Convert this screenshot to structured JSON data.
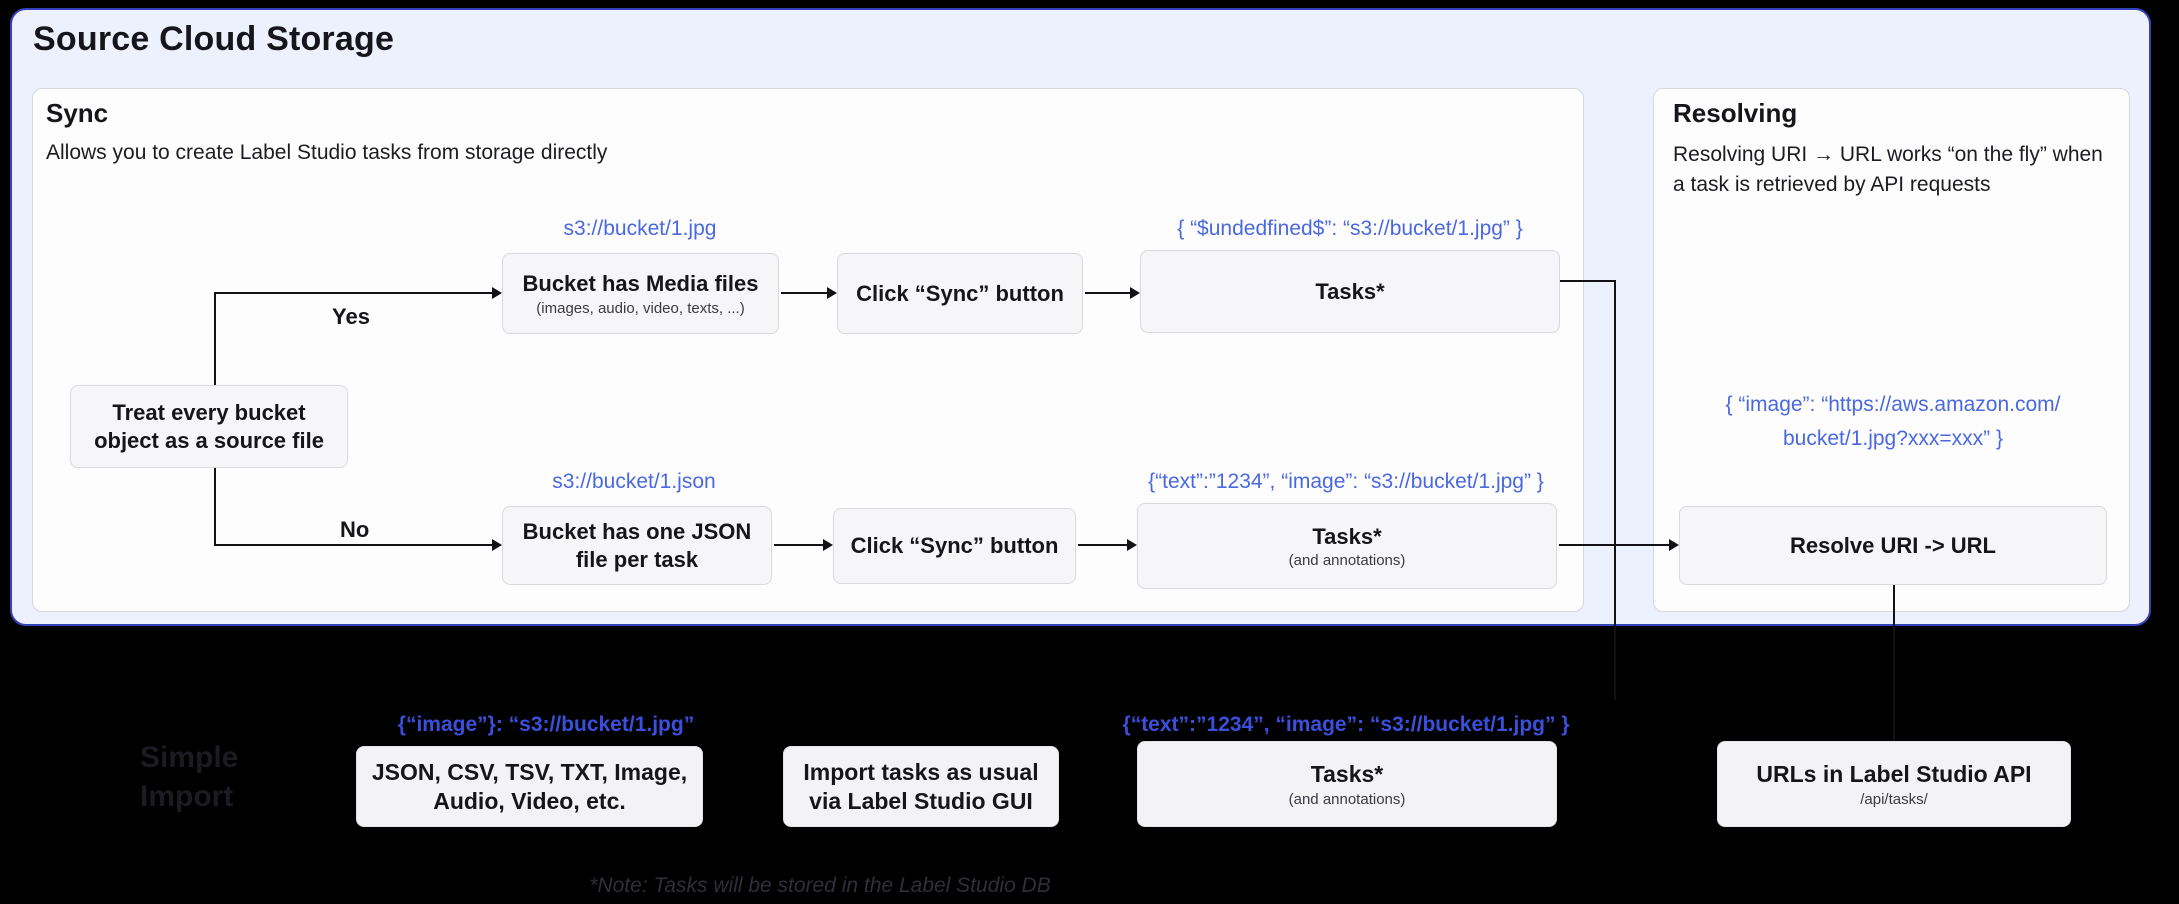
{
  "colors": {
    "container_bg": "#edf0fd",
    "container_border": "#3543bb",
    "accent_blue": "#4a68e0",
    "accent_blue_bright": "#3a50dd"
  },
  "header": {
    "title": "Source Cloud Storage"
  },
  "sync": {
    "title": "Sync",
    "subtitle": "Allows you to create Label Studio tasks from storage directly",
    "decision_box": "Treat every bucket object as a source file",
    "yes_label": "Yes",
    "no_label": "No",
    "media_row": {
      "code": "s3://bucket/1.jpg",
      "bucket_box_title": "Bucket has Media files",
      "bucket_box_sub": "(images, audio, video, texts, ...)",
      "sync_button_box": "Click “Sync” button",
      "tasks_code": "{ “$undedfined$”: “s3://bucket/1.jpg” }",
      "tasks_box_title": "Tasks*"
    },
    "json_row": {
      "code": "s3://bucket/1.json",
      "bucket_box_title": "Bucket has one JSON file per task",
      "sync_button_box": "Click “Sync” button",
      "tasks_code": "{“text”:”1234”,  “image”: “s3://bucket/1.jpg” }",
      "tasks_box_title": "Tasks*",
      "tasks_box_sub": "(and annotations)"
    }
  },
  "resolving": {
    "title": "Resolving",
    "description": "Resolving URI → URL works “on the fly” when a task is retrieved by API requests",
    "code_line1": "{ “image”: “https://aws.amazon.com/",
    "code_line2": "bucket/1.jpg?xxx=xxx” }",
    "resolve_box": "Resolve URI -> URL"
  },
  "import_section": {
    "faint_title_line1": "Simple",
    "faint_title_line2": "Import",
    "formats_code": "{“image”}: “s3://bucket/1.jpg”",
    "formats_box": "JSON, CSV, TSV, TXT, Image, Audio, Video, etc.",
    "gui_box": "Import tasks as usual via Label Studio GUI",
    "tasks_code": "{“text”:”1234”,  “image”: “s3://bucket/1.jpg” }",
    "tasks_box_title": "Tasks*",
    "tasks_box_sub": "(and annotations)",
    "api_box_title": "URLs in Label Studio API",
    "api_box_sub": "/api/tasks/",
    "note": "*Note: Tasks will be stored in the Label Studio DB"
  }
}
